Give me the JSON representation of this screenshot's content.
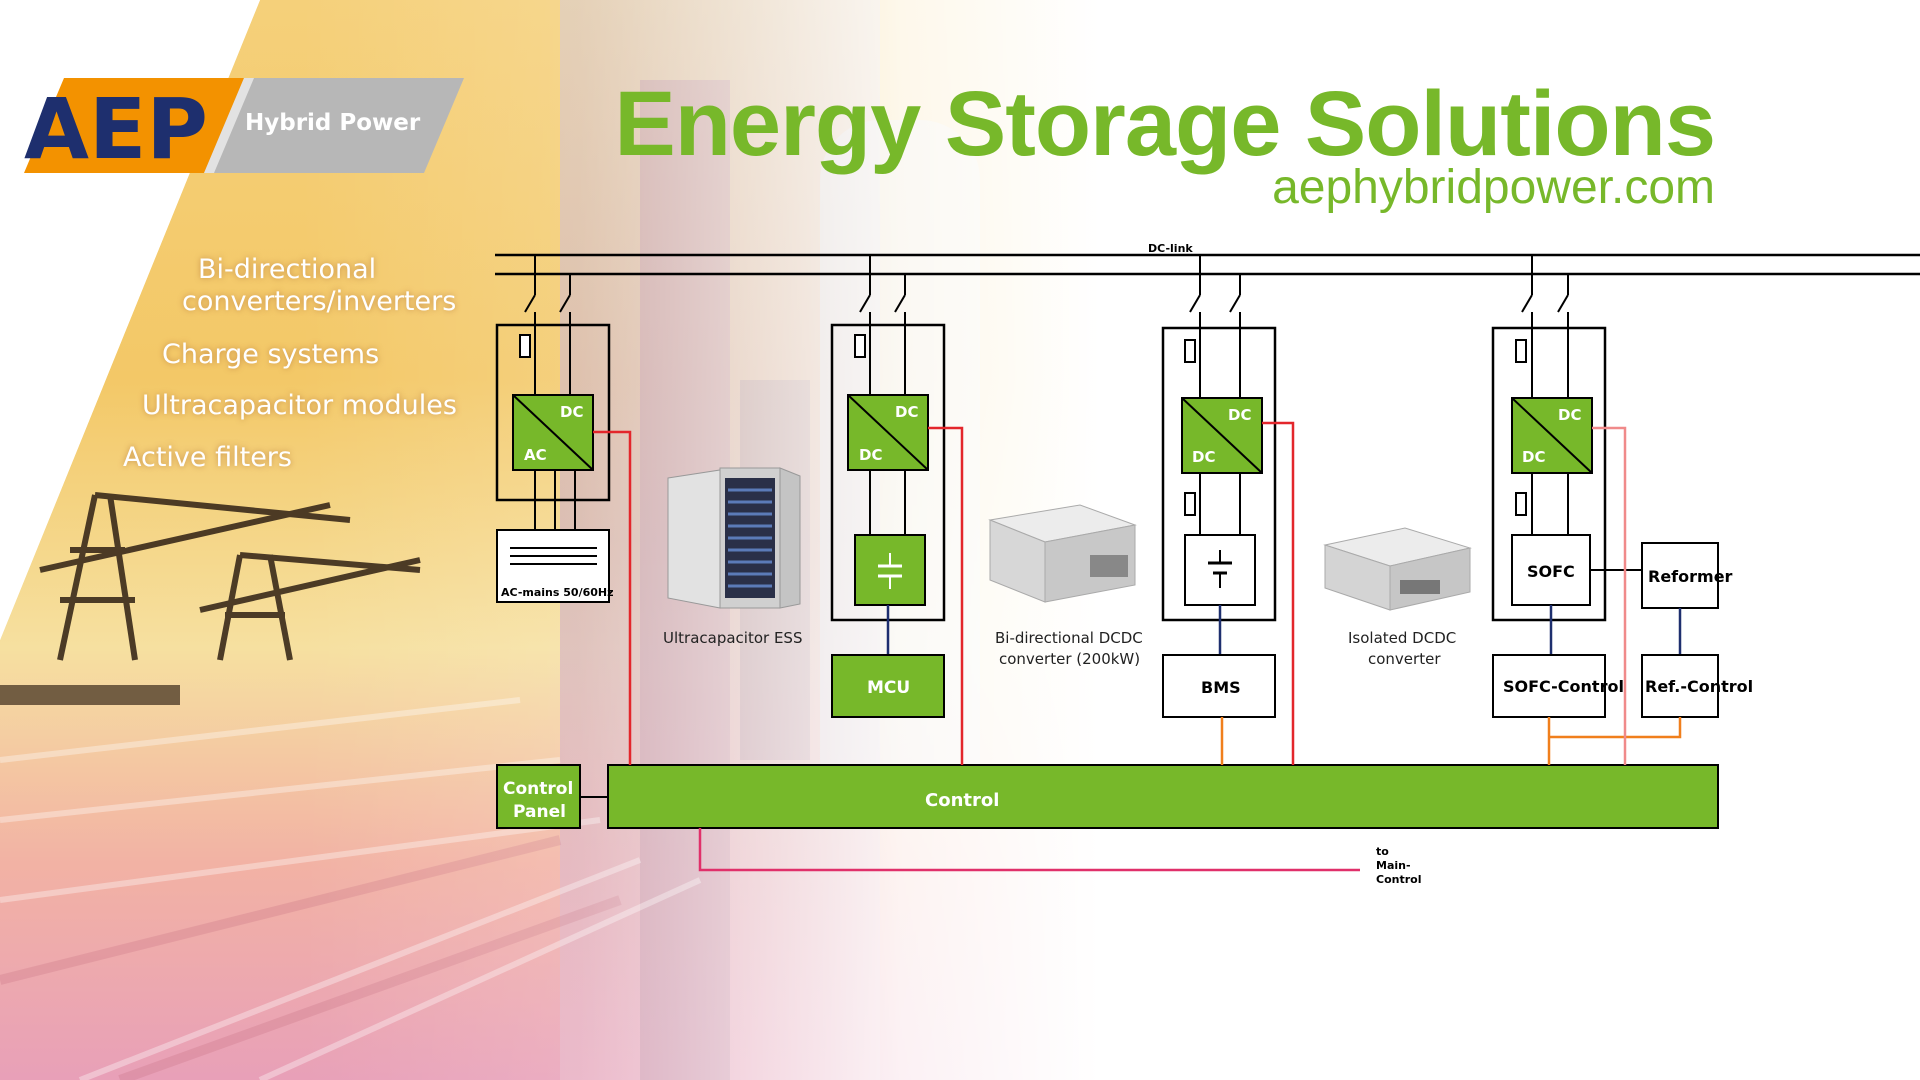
{
  "brand": {
    "logo_text": "AEP",
    "tagline": "Hybrid Power",
    "colors": {
      "orange": "#f39200",
      "navy": "#1e2f6e",
      "green": "#77b82a",
      "grey": "#b7b7b7"
    }
  },
  "header": {
    "title": "Energy Storage Solutions",
    "url": "aephybridpower.com"
  },
  "features": [
    {
      "line1": "Bi-directional",
      "line2": "converters/inverters"
    },
    {
      "line1": "Charge systems"
    },
    {
      "line1": "Ultracapacitor modules"
    },
    {
      "line1": "Active filters"
    }
  ],
  "diagram": {
    "dc_link": "DC-link",
    "units": [
      {
        "top": "DC",
        "bottom": "AC",
        "device": "AC-mains 50/60Hz"
      },
      {
        "top": "DC",
        "bottom": "DC",
        "controller": "MCU",
        "photo_caption": "Ultracapacitor ESS"
      },
      {
        "top": "DC",
        "bottom": "DC",
        "controller": "BMS",
        "photo_caption_1": "Bi-directional DCDC",
        "photo_caption_2": "converter (200kW)"
      },
      {
        "top": "DC",
        "bottom": "DC",
        "device": "SOFC",
        "controller": "SOFC-Control",
        "photo_caption_1": "Isolated DCDC",
        "photo_caption_2": "converter"
      }
    ],
    "reformer": "Reformer",
    "reformer_control": "Ref.-Control",
    "control_panel_1": "Control",
    "control_panel_2": "Panel",
    "control": "Control",
    "to_main_1": "to",
    "to_main_2": "Main-",
    "to_main_3": "Control",
    "wire_colors": {
      "power": "#e3262b",
      "signal": "#1e2f6e",
      "bus": "#f07f1c",
      "main": "#e0306a"
    }
  }
}
